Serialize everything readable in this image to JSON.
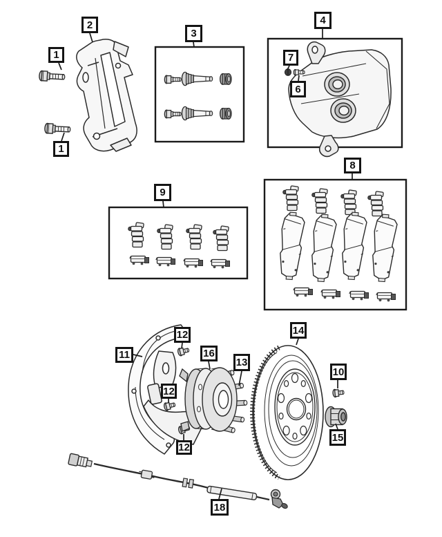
{
  "diagram": {
    "type": "parts-exploded-diagram",
    "subject": "front-disc-brake-assembly",
    "background_color": "#ffffff",
    "line_color": "#2a2a2a",
    "callouts": [
      {
        "label": "1",
        "part": "adapter-bolt-upper"
      },
      {
        "label": "1",
        "part": "adapter-bolt-lower"
      },
      {
        "label": "2",
        "part": "caliper-adapter-bracket"
      },
      {
        "label": "3",
        "part": "guide-pin-kit"
      },
      {
        "label": "4",
        "part": "disc-brake-caliper"
      },
      {
        "label": "7",
        "part": "bleeder-screw-cap"
      },
      {
        "label": "6",
        "part": "bleeder-screw"
      },
      {
        "label": "8",
        "part": "brake-pad-kit"
      },
      {
        "label": "9",
        "part": "pad-clip-kit"
      },
      {
        "label": "10",
        "part": "rotor-retaining-screw"
      },
      {
        "label": "11",
        "part": "brake-splash-shield"
      },
      {
        "label": "12",
        "part": "shield-bolt-upper"
      },
      {
        "label": "12",
        "part": "shield-bolt-middle"
      },
      {
        "label": "12",
        "part": "shield-bolt-lower"
      },
      {
        "label": "13",
        "part": "wheel-stud"
      },
      {
        "label": "14",
        "part": "brake-rotor"
      },
      {
        "label": "15",
        "part": "hub-nut"
      },
      {
        "label": "16",
        "part": "hub-and-bearing"
      },
      {
        "label": "18",
        "part": "wheel-speed-sensor"
      }
    ]
  }
}
